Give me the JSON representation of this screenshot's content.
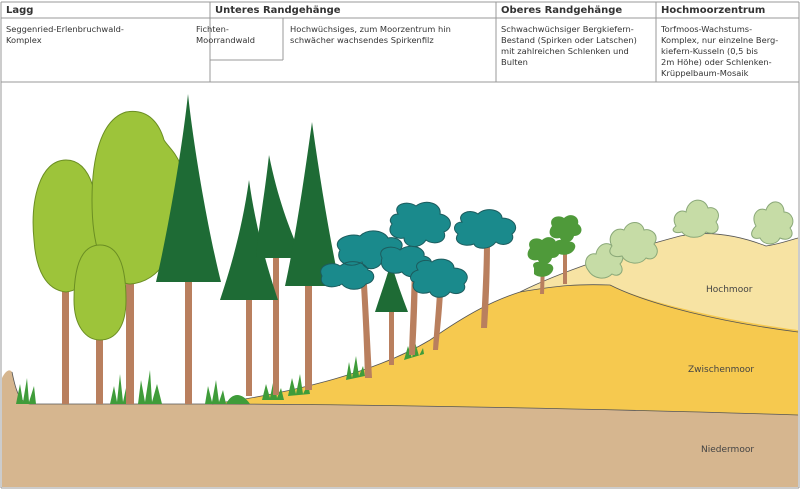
{
  "columns": [
    {
      "heading": "Lagg",
      "description": [
        "Seggenried-Erlenbruchwald-",
        "Komplex"
      ]
    },
    {
      "heading": "Unteres Randgehänge",
      "description": []
    },
    {
      "heading": "Oberes Randgehänge",
      "description": [
        "Schwachwüchsiger Bergkiefern-",
        "Bestand (Spirken oder Latschen)",
        "mit zahlreichen Schlenken und",
        "Bulten"
      ]
    },
    {
      "heading": "Hochmoorzentrum",
      "description": [
        "Torfmoos-Wachstums-",
        "Komplex, nur einzelne Berg-",
        "kiefern-Kusseln (0,5 bis",
        "2m Höhe) oder Schlenken-",
        "Krüppelbaum-Mosaik"
      ]
    }
  ],
  "sub_columns": [
    {
      "description": [
        "Fichten-",
        "Moorrandwald"
      ]
    },
    {
      "description": [
        "Hochwüchsiges, zum Moorzentrum hin",
        "schwächer wachsendes Spirkenfilz"
      ]
    }
  ],
  "layers": {
    "hochmoor": "Hochmoor",
    "zwischenmoor": "Zwischenmoor",
    "niedermoor": "Niedermoor"
  },
  "colors": {
    "niedermoor": "#d6b68f",
    "zwischenmoor": "#f6c94f",
    "hochmoor": "#f7e3a3",
    "deciduous": "#9dc43a",
    "spruce": "#1e6b35",
    "pine_crown": "#1a8a8c",
    "small_pine": "#4f9a3a",
    "sphagnum": "#c6dca6",
    "trunk": "#b97f5e",
    "grass": "#3f9c3a"
  }
}
